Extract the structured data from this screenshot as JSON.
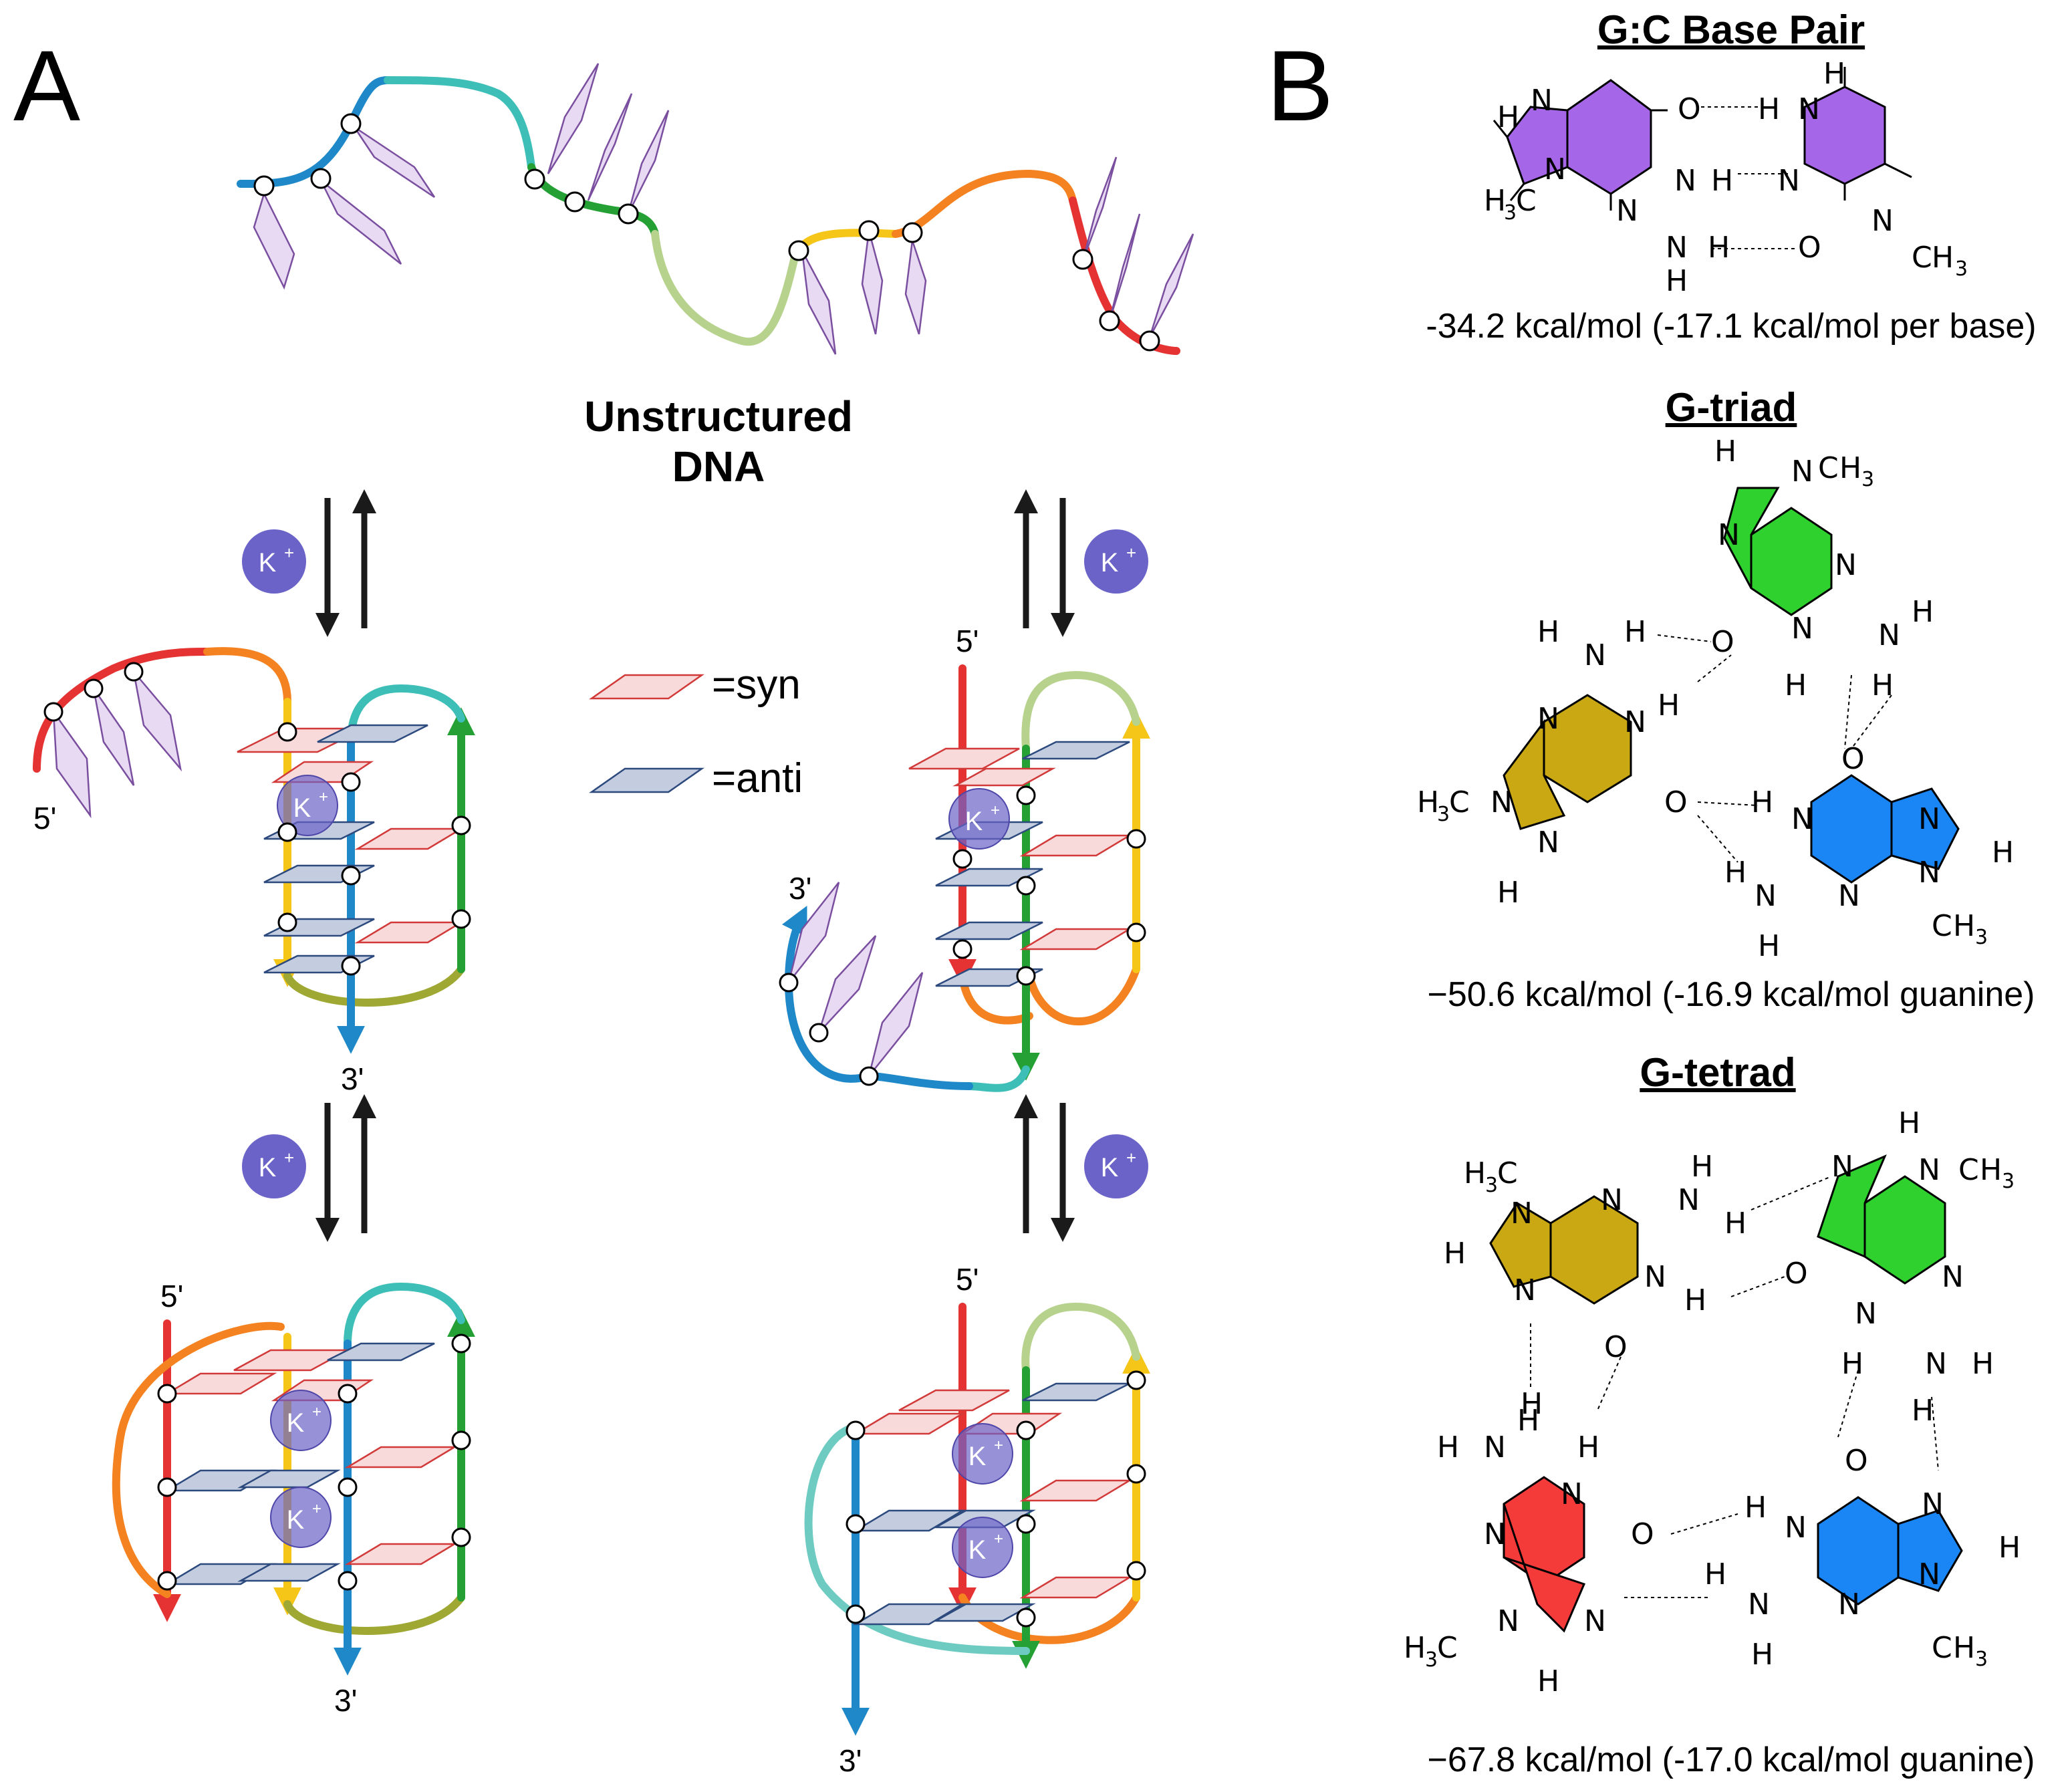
{
  "panels": {
    "a": "A",
    "b": "B"
  },
  "panel_a": {
    "unstructured_title": [
      "Unstructured",
      "DNA"
    ],
    "cation": "K",
    "cation_sup": "+",
    "end5": "5'",
    "end3": "3'",
    "legend": {
      "syn": "=syn",
      "anti": "=anti"
    },
    "colors": {
      "syn_fill": "#f9dada",
      "syn_stroke": "#d23a3a",
      "anti_fill": "#c4cde0",
      "anti_stroke": "#2d4a7e",
      "base_fill": "#e8daf2",
      "base_stroke": "#7a4fa0",
      "k_circle": "#6b63c8",
      "strand": [
        "#1e88c8",
        "#3dbfb8",
        "#25a035",
        "#b6d28c",
        "#f5c518",
        "#f58220",
        "#e53232",
        "#9ea832"
      ]
    }
  },
  "panel_b": {
    "gc": {
      "title": "G:C Base Pair",
      "energy": "-34.2 kcal/mol (-17.1 kcal/mol per base)"
    },
    "triad": {
      "title": "G-triad",
      "energy": "−50.6 kcal/mol (-16.9 kcal/mol guanine)"
    },
    "tetrad": {
      "title": "G-tetrad",
      "energy": "−67.8 kcal/mol (-17.0 kcal/mol guanine)"
    },
    "atoms": {
      "N": "N",
      "H": "H",
      "O": "O",
      "C": "C",
      "sub3": "3"
    },
    "colors": {
      "purple": "#a566e8",
      "green": "#2ed12e",
      "gold": "#c9a813",
      "blue": "#1a86f5",
      "red": "#f53a3a"
    }
  }
}
